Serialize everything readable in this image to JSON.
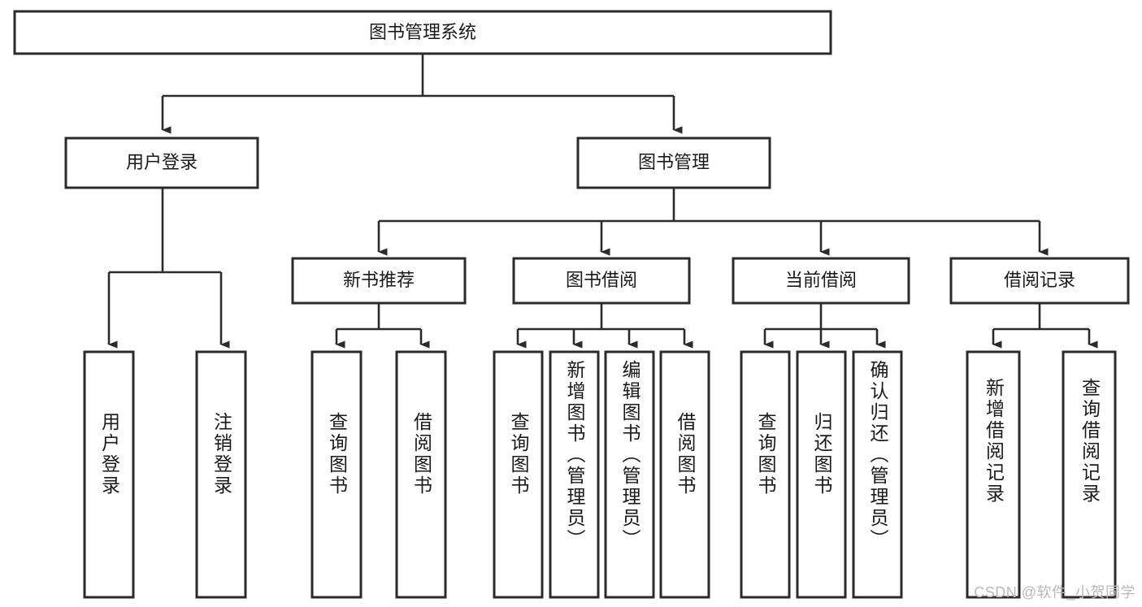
{
  "diagram": {
    "type": "tree-flowchart",
    "title": "图书管理系统",
    "arrow_style": "filled-triangle",
    "colors": {
      "box_stroke": "#2b2b2b",
      "box_fill": "#ffffff",
      "connector": "#2b2b2b",
      "text": "#1a1a1a",
      "watermark": "#b9b9b9",
      "background": "#ffffff"
    },
    "root": {
      "label": "图书管理系统"
    },
    "level2": [
      {
        "label": "用户登录"
      },
      {
        "label": "图书管理"
      }
    ],
    "level3": [
      {
        "label": "新书推荐"
      },
      {
        "label": "图书借阅"
      },
      {
        "label": "当前借阅"
      },
      {
        "label": "借阅记录"
      }
    ],
    "leaves": {
      "user_login": [
        {
          "label": "用户登录"
        },
        {
          "label": "注销登录"
        }
      ],
      "new_book_recommend": [
        {
          "label": "查询图书"
        },
        {
          "label": "借阅图书"
        }
      ],
      "book_borrow": [
        {
          "label": "查询图书"
        },
        {
          "label": "新增图书（管理员）"
        },
        {
          "label": "编辑图书（管理员）"
        },
        {
          "label": "借阅图书"
        }
      ],
      "current_borrow": [
        {
          "label": "查询图书"
        },
        {
          "label": "归还图书"
        },
        {
          "label": "确认归还（管理员）"
        }
      ],
      "borrow_record": [
        {
          "label": "新增借阅记录"
        },
        {
          "label": "查询借阅记录"
        }
      ]
    }
  },
  "watermark": {
    "text": "CSDN @软件_小贺同学"
  }
}
